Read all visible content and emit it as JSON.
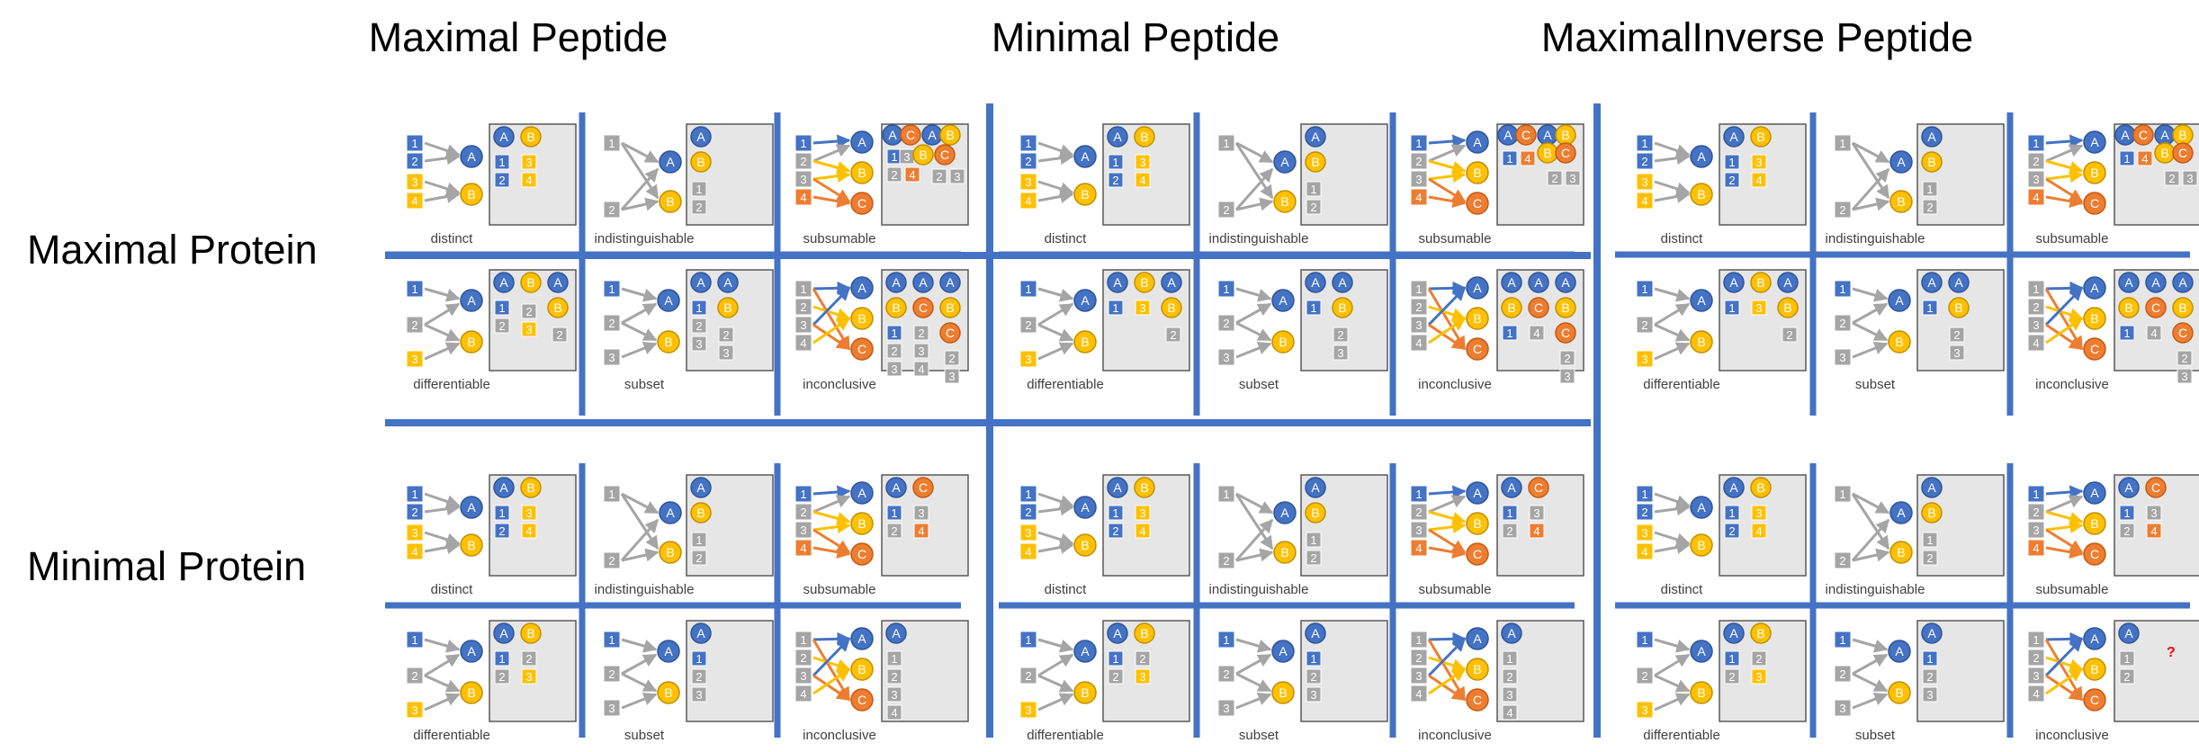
{
  "column_titles": [
    "Maximal Peptide",
    "Minimal Peptide",
    "MaximalInverse Peptide"
  ],
  "row_titles": [
    "Maximal Protein",
    "Minimal Protein"
  ],
  "case_labels": [
    "distinct",
    "indistinguishable",
    "subsumable",
    "differentiable",
    "subset",
    "inconclusive"
  ],
  "special_marker": "?",
  "colors": {
    "separator": "#4472C4",
    "protein_a": "#4472C4",
    "protein_b": "#FFC000",
    "protein_c": "#ED7D31",
    "peptide_shared": "#A5A5A5",
    "result_box": "#E7E6E6",
    "arrow_gray": "#A5A5A5",
    "marker": "#FF0000"
  }
}
